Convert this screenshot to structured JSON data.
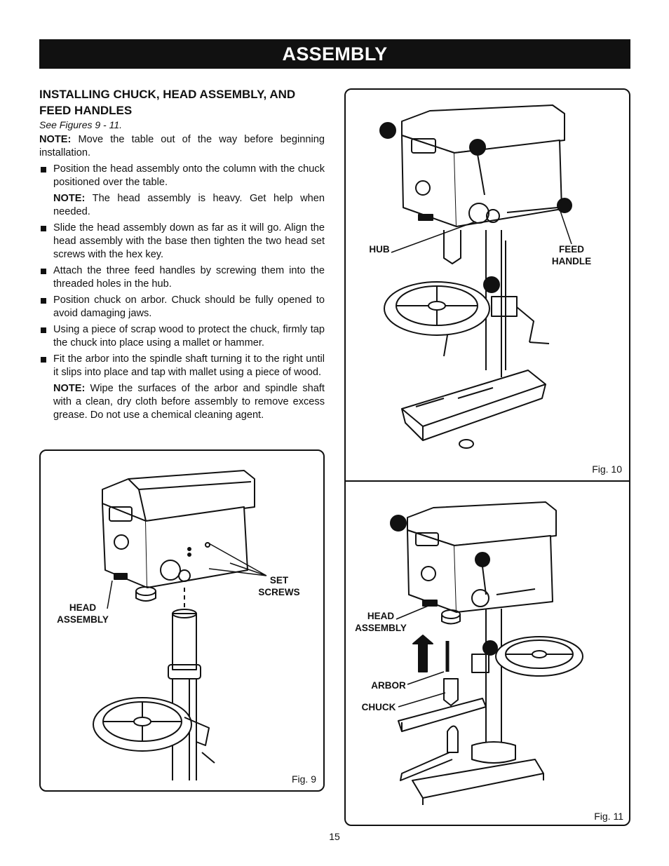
{
  "header": {
    "title": "ASSEMBLY"
  },
  "section": {
    "heading": "INSTALLING CHUCK, HEAD ASSEMBLY, AND FEED HANDLES",
    "see_figures": "See Figures 9 - 11.",
    "note_label": "NOTE:",
    "note_text": " Move the table out of the way before beginning installation.",
    "steps": [
      {
        "text": "Position the head assembly onto the column with the chuck positioned over the table."
      },
      {
        "text": "Slide the head assembly down as far as it will go. Align the head assembly with the base then tighten the two head set screws with the hex key."
      },
      {
        "text": "Attach the three feed handles by screwing them into the threaded holes in the hub."
      },
      {
        "text": "Position chuck on arbor. Chuck should be fully opened to avoid damaging jaws."
      },
      {
        "text": "Using a piece of scrap wood to protect the chuck, firmly tap the chuck into place using a mallet or hammer."
      },
      {
        "text": "Fit the arbor into the spindle shaft turning it to the right until it slips into place and tap with mallet using a piece of wood."
      }
    ],
    "subnote_1_label": "NOTE:",
    "subnote_1_text": " The head assembly is heavy. Get help when needed.",
    "subnote_2_label": "NOTE:",
    "subnote_2_text": " Wipe the surfaces of the arbor and spindle shaft with a clean, dry cloth before assembly to remove excess grease. Do not use a chemical cleaning agent."
  },
  "figures": {
    "fig9": {
      "label": "Fig. 9",
      "callout_head_1": "HEAD",
      "callout_head_2": "ASSEMBLY",
      "callout_set_1": "SET",
      "callout_set_2": "SCREWS"
    },
    "fig10": {
      "label": "Fig. 10",
      "callout_hub": "HUB",
      "callout_feed_1": "FEED",
      "callout_feed_2": "HANDLE"
    },
    "fig11": {
      "label": "Fig. 11",
      "callout_head_1": "HEAD",
      "callout_head_2": "ASSEMBLY",
      "callout_arbor": "ARBOR",
      "callout_chuck": "CHUCK"
    }
  },
  "footer": {
    "page_number": "15"
  }
}
